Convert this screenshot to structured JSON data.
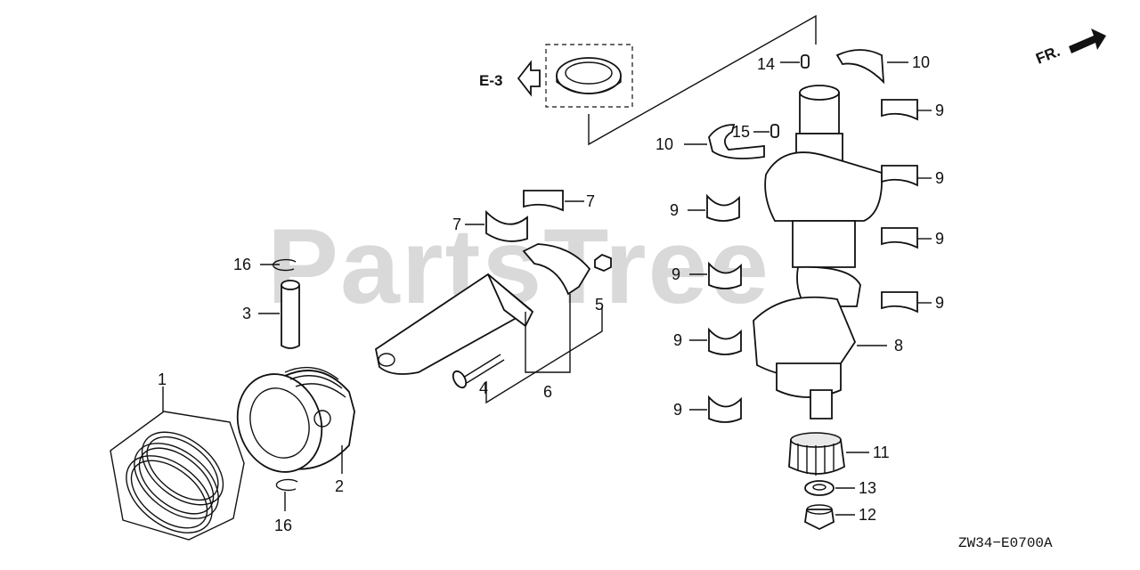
{
  "watermark": "PartsTree",
  "reference": {
    "label": "E-3"
  },
  "direction": {
    "label": "FR."
  },
  "diagram_code": "ZW34−E0700A",
  "callouts": {
    "c1": "1",
    "c2": "2",
    "c3": "3",
    "c4": "4",
    "c5": "5",
    "c6": "6",
    "c7a": "7",
    "c7b": "7",
    "c8": "8",
    "c9a": "9",
    "c9b": "9",
    "c9c": "9",
    "c9d": "9",
    "c9e": "9",
    "c9f": "9",
    "c9g": "9",
    "c9h": "9",
    "c10a": "10",
    "c10b": "10",
    "c11": "11",
    "c12": "12",
    "c13": "13",
    "c14": "14",
    "c15": "15",
    "c16a": "16",
    "c16b": "16"
  }
}
